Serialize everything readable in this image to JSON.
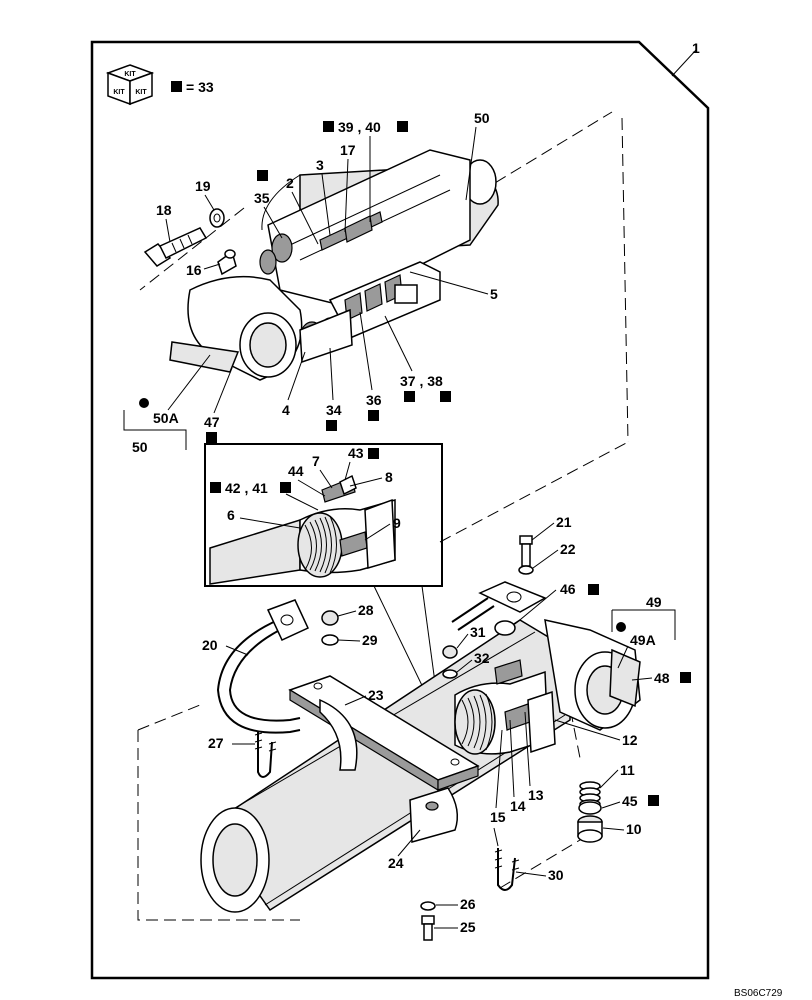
{
  "kit": {
    "cube_top": "KIT",
    "cube_left": "KIT",
    "cube_right": "KIT",
    "legend_value": "= 33"
  },
  "drawing_code": "BS06C729",
  "labels": {
    "l1": "1",
    "l2": "2",
    "l3": "3",
    "l4": "4",
    "l5": "5",
    "l6": "6",
    "l7": "7",
    "l8": "8",
    "l9": "9",
    "l10": "10",
    "l11": "11",
    "l12": "12",
    "l13": "13",
    "l14": "14",
    "l15": "15",
    "l16": "16",
    "l17": "17",
    "l18": "18",
    "l19": "19",
    "l20": "20",
    "l21": "21",
    "l22": "22",
    "l23": "23",
    "l24": "24",
    "l25": "25",
    "l26": "26",
    "l27": "27",
    "l28": "28",
    "l29": "29",
    "l30": "30",
    "l31": "31",
    "l32": "32",
    "l34": "34",
    "l35": "35",
    "l36": "36",
    "l37_38": "37 , 38",
    "l39_40": "39 , 40",
    "l42_41": "42 , 41",
    "l43": "43",
    "l44": "44",
    "l45": "45",
    "l46": "46",
    "l47": "47",
    "l48": "48",
    "l49": "49",
    "l49A": "49A",
    "l50_top": "50",
    "l50A": "50A",
    "l50_bottom": "50"
  }
}
